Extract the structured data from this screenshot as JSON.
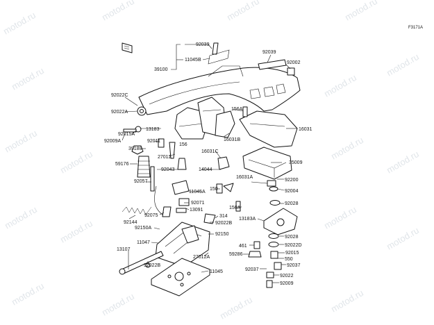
{
  "figure_code": "F3171A",
  "watermark": "motod.ru",
  "labels": {
    "l92039a": "92039",
    "l11045b": "11045B",
    "l39100": "39100",
    "l92039b": "92039",
    "l92002": "92002",
    "l92022c": "92022C",
    "l92022a": "92022A",
    "l92015a": "92015A",
    "l92009a": "92009A",
    "l13183": "13183",
    "l156a_top": "156A",
    "l16031": "16031",
    "l16031b": "16031B",
    "l92011": "92011",
    "l156": "156",
    "l39188": "39188",
    "l16031c": "16031C",
    "l27012": "27012",
    "l35009": "35009",
    "l59176": "59176",
    "l92043": "92043",
    "l14044": "14044",
    "l16031a": "16031A",
    "l92200": "92200",
    "l92057": "92057",
    "l11045a": "11045A",
    "l150": "150",
    "l92004": "92004",
    "l92071": "92071",
    "l92028a": "92028",
    "l13091": "13091",
    "l156a_mid": "156A",
    "l92144": "92144",
    "l92075": "92075",
    "l314": "314",
    "l13183a": "13183A",
    "l92022b_mid": "92022B",
    "l92150a": "92150A",
    "l92150": "92150",
    "l92028b": "92028",
    "l11047": "11047",
    "l461": "461",
    "l92022d": "92022D",
    "l59286": "59286",
    "l92015": "92015",
    "l13107": "13107",
    "l27012a": "27012A",
    "l550": "550",
    "l92022b_bot": "92022B",
    "l92037a": "92037",
    "l92037b": "92037",
    "l11045": "11045",
    "l92022": "92022",
    "l92009": "92009"
  }
}
